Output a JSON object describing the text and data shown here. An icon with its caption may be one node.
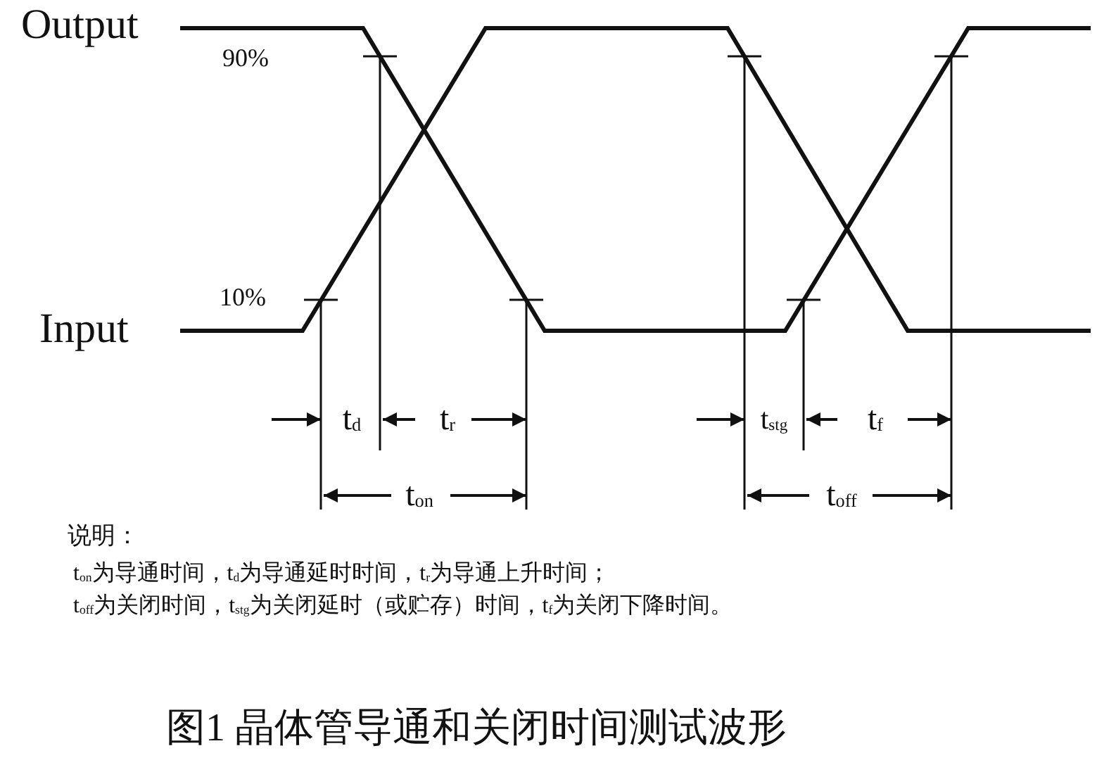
{
  "diagram": {
    "caption": "图1 晶体管导通和关闭时间测试波形",
    "labels": [
      "Output",
      "90%",
      "10%",
      "Input",
      "t$_{d}$",
      "t$_{r}$",
      "t$_{on}$",
      "t$_{stg}$",
      "t$_{f}$",
      "t$_{off}$",
      "说明：",
      "t$_{on}$为导通时间，t$_{d}$为导通延时时间，t$_{r}$为导通上升时间；",
      "t$_{off}$为关闭时间，t$_{stg}$为关闭延时（或贮存）时间，t$_{f}$为关闭下降时间。"
    ]
  }
}
